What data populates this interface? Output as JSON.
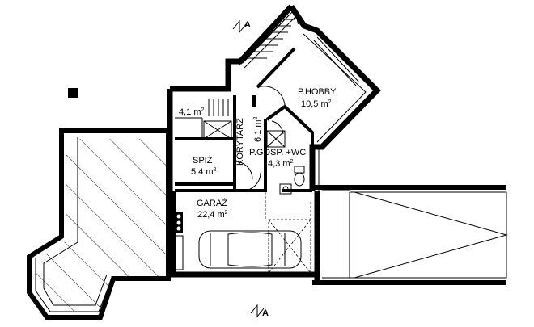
{
  "rooms": {
    "hobby": {
      "name": "P.HOBBY",
      "area": "10,5 m",
      "unit_sup": "2"
    },
    "hall": {
      "name": "KORYTARZ",
      "area": "6,1 m",
      "unit_sup": "2"
    },
    "stair_room": {
      "area": "4,1 m",
      "unit_sup": "2"
    },
    "pantry": {
      "name": "SPIŻ",
      "area": "5,4 m",
      "unit_sup": "2"
    },
    "utility": {
      "name": "P.GOSP. +WC",
      "area": "4,3 m",
      "unit_sup": "2"
    },
    "garage": {
      "name": "GARAŻ",
      "area": "22,4 m",
      "unit_sup": "2"
    }
  },
  "section_marks": {
    "top": "A",
    "bottom": "A"
  },
  "icons": {
    "north_marker": "filled-square",
    "section_arrow": "section-cut-arrow",
    "car": "car-outline",
    "toilet": "toilet-symbol",
    "sink": "sink-symbol",
    "boiler": "boiler-symbol",
    "stairs": "staircase"
  },
  "colors": {
    "wall": "#000000",
    "background": "#ffffff",
    "hatch": "#000000"
  }
}
